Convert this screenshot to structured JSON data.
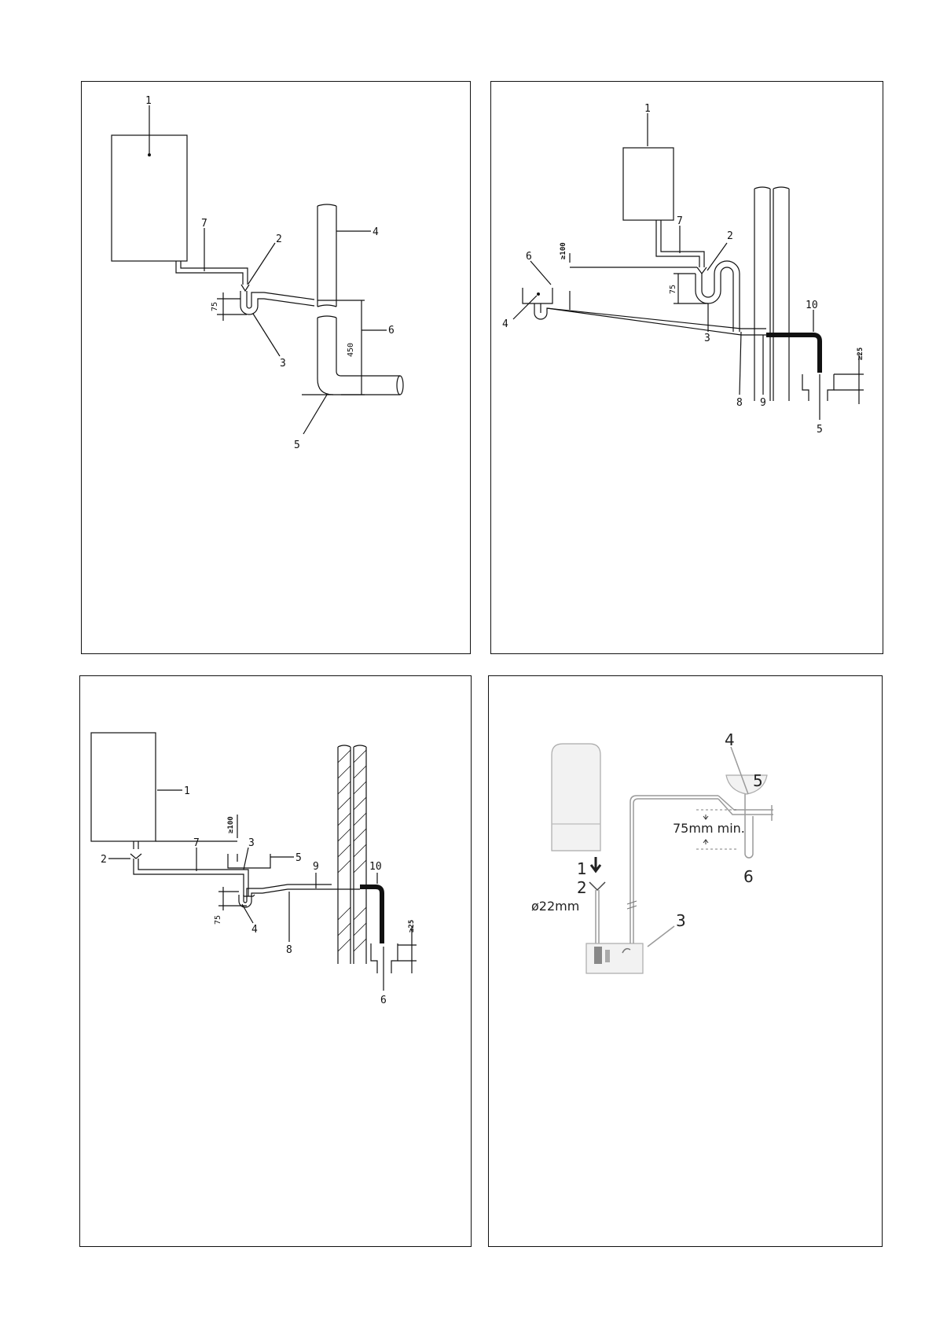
{
  "panel1": {
    "labels": {
      "l1": "1",
      "l2": "2",
      "l3": "3",
      "l4": "4",
      "l5": "5",
      "l6": "6",
      "l7": "7"
    },
    "dims": {
      "d75": "75",
      "d450": "450"
    }
  },
  "panel2": {
    "labels": {
      "l1": "1",
      "l2": "2",
      "l3": "3",
      "l4": "4",
      "l5": "5",
      "l6": "6",
      "l7": "7",
      "l8": "8",
      "l9": "9",
      "l10": "10"
    },
    "dims": {
      "d100": "≥100",
      "d75": "75",
      "d25": "≥25"
    }
  },
  "panel3": {
    "labels": {
      "l1": "1",
      "l2": "2",
      "l3": "3",
      "l4": "4",
      "l5": "5",
      "l6": "6",
      "l7": "7",
      "l8": "8",
      "l9": "9",
      "l10": "10"
    },
    "dims": {
      "d100": "≥100",
      "d75": "75",
      "d25": "≥25"
    }
  },
  "panel4": {
    "labels": {
      "l1": "1",
      "l2": "2",
      "l3": "3",
      "l4": "4",
      "l5": "5",
      "l6": "6"
    },
    "dims": {
      "diameter": "ø22mm",
      "min": "75mm min."
    }
  }
}
